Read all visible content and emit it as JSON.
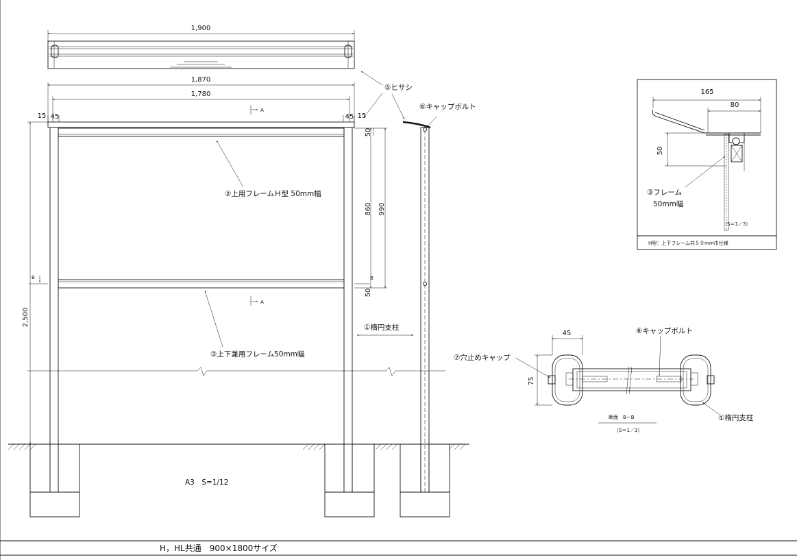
{
  "drawing": {
    "title": "H，HL共通　900×1800サイズ",
    "scale_note": "A3　S=1/12"
  },
  "dimensions": {
    "top_width": "1,900",
    "overall_width": "1,870",
    "inner_width": "1,780",
    "edge_left_15": "15",
    "edge_left_45": "45",
    "edge_right_45": "45",
    "edge_right_15": "15",
    "height_total": "2,500",
    "frame_upper": "50",
    "frame_lower": "50",
    "panel_860": "860",
    "panel_990": "990"
  },
  "markers": {
    "section_a_top": "A",
    "section_a_bottom": "A",
    "section_b_left": "B",
    "section_b_right": "B"
  },
  "labels": {
    "hisashi": "⑤ヒサシ",
    "cap_bolt": "⑥キャップボルト",
    "upper_frame": "②上用フレームＨ型 50mm幅",
    "lower_frame": "③上下兼用フレーム50mm幅",
    "post": "①楕円支柱"
  },
  "detail_a": {
    "dim_165": "165",
    "dim_80": "80",
    "dim_50": "50",
    "frame_label_1": "③フレーム",
    "frame_label_2": "50mm幅",
    "scale": "（S＝1／3）",
    "caption": "H型：上下フレーム共５０mm巾仕様"
  },
  "detail_b": {
    "dim_45": "45",
    "dim_75": "75",
    "cap_label": "⑦穴止めキャップ",
    "bolt_label": "⑥キャップボルト",
    "post_label": "①楕円支柱",
    "section_title": "断面　B－B",
    "scale": "（S＝1／3）"
  }
}
